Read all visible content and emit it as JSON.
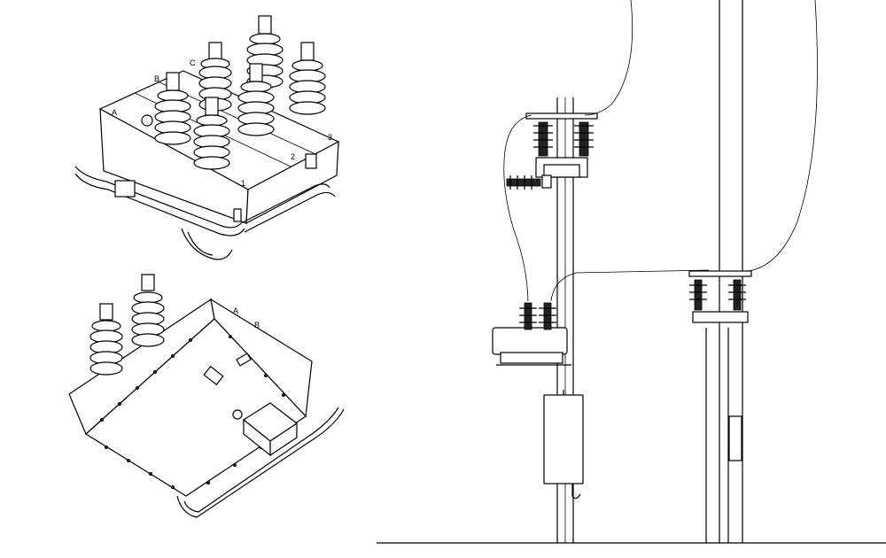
{
  "figure": {
    "top_drawing": {
      "phase_letters": [
        "A",
        "B",
        "C"
      ],
      "phase_numbers": [
        "1",
        "2",
        "3"
      ]
    },
    "bottom_drawing": {
      "panel_letters": [
        "A",
        "B"
      ]
    }
  },
  "colors": {
    "line": "#000000",
    "background": "#ffffff"
  }
}
